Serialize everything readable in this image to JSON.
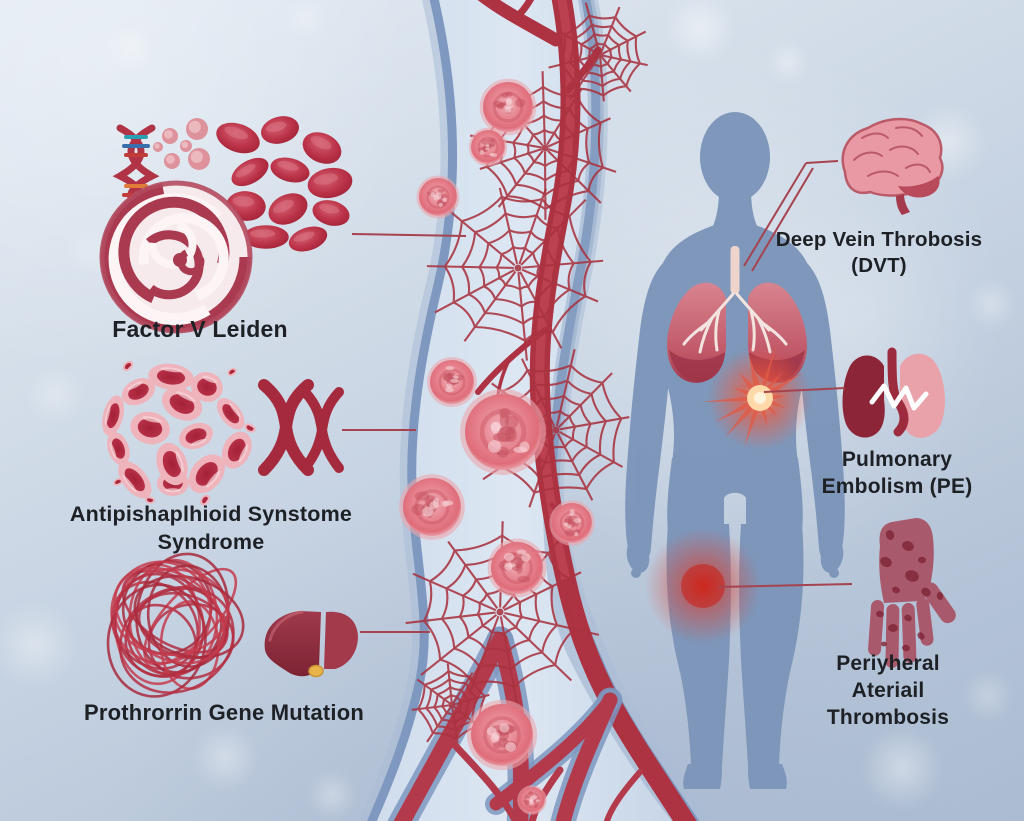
{
  "colors": {
    "background_top": "#e4ebf4",
    "background_bottom": "#abbcd2",
    "artery_red": "#ad3343",
    "vessel_wall_blue": "#7e98bf",
    "body_blue": "#7c95b9",
    "clot_pink": "#e78893",
    "fibrin_red": "#a93340",
    "label_text": "#1d2126",
    "leader_line": "#a5434f",
    "glow_red": "#e03226",
    "liver_red": "#8e2b3d",
    "gallbladder_yellow": "#e9b54a"
  },
  "causes": [
    {
      "id": "factor-v-leiden",
      "label": "Factor V Leiden",
      "icons": [
        "dna-icon",
        "platelets-icon",
        "red-blood-cells-icon",
        "clot-swirl-icon"
      ]
    },
    {
      "id": "antiphospholipid-syndrome",
      "label": "Antipishaplhioid Synstome Syndrome",
      "icons": [
        "blood-cell-cluster-icon",
        "chromosomes-icon"
      ]
    },
    {
      "id": "prothrombin-gene-mutation",
      "label": "Prothrorrin Gene Mutation",
      "icons": [
        "fibrin-tangle-icon",
        "liver-icon"
      ]
    }
  ],
  "complications": [
    {
      "id": "deep-vein-thrombosis",
      "label": "Deep Vein Throbosis (DVT)",
      "icon": "brain-icon"
    },
    {
      "id": "pulmonary-embolism",
      "label": "Pulmonary Embolism (PE)",
      "icon": "pulmonary-embolism-icon"
    },
    {
      "id": "peripheral-arterial-thrombosis",
      "label": "Periyheral Ateriail Thrombosis",
      "icon": "hand-icon"
    }
  ],
  "center_illustration": {
    "name": "blood-vessel",
    "elements": [
      "fibrin-web",
      "thrombus",
      "artery-branches"
    ]
  },
  "body_illustration": {
    "name": "human-silhouette",
    "elements": [
      "lungs",
      "pelvis-starburst",
      "knee-glow"
    ]
  }
}
